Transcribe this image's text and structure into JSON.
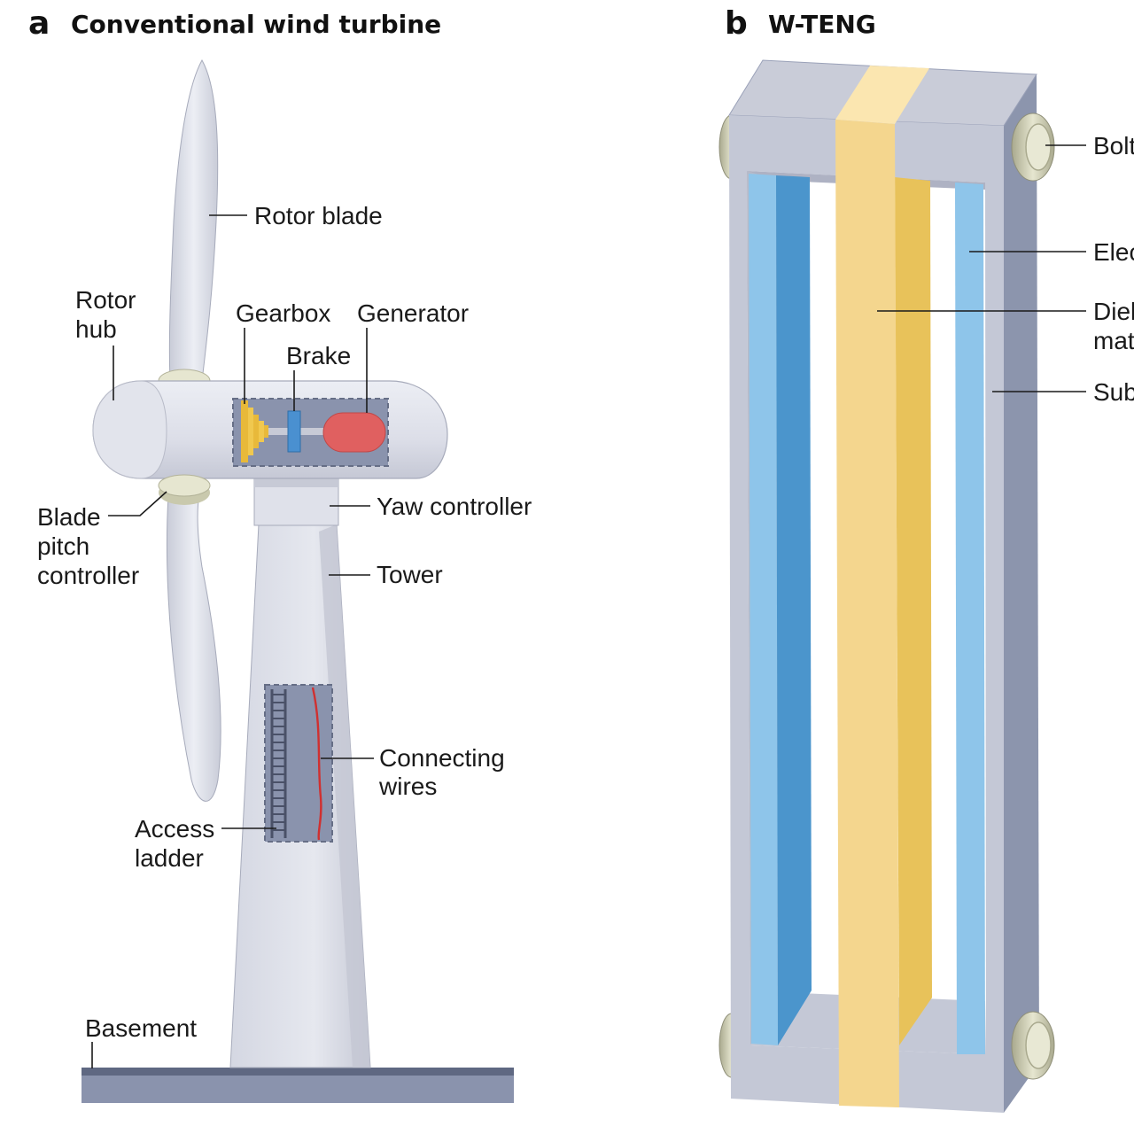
{
  "panel_a": {
    "letter": "a",
    "title": "Conventional wind turbine",
    "labels": {
      "rotor_blade": "Rotor blade",
      "rotor_hub_1": "Rotor",
      "rotor_hub_2": "hub",
      "gearbox": "Gearbox",
      "generator": "Generator",
      "brake": "Brake",
      "blade_pitch_1": "Blade",
      "blade_pitch_2": "pitch",
      "blade_pitch_3": "controller",
      "yaw_controller": "Yaw controller",
      "tower": "Tower",
      "connecting_wires_1": "Connecting",
      "connecting_wires_2": "wires",
      "access_ladder_1": "Access",
      "access_ladder_2": "ladder",
      "basement": "Basement"
    }
  },
  "panel_b": {
    "letter": "b",
    "title": "W-TENG",
    "labels": {
      "bolt": "Bolt",
      "electrode": "Elec",
      "dielectric_1": "Diel",
      "dielectric_2": "mat",
      "substrate": "Sub"
    }
  },
  "colors": {
    "turbine_body": "#dcdee8",
    "turbine_shadow": "#bfc2d0",
    "gearbox": "#e8b93a",
    "brake": "#4a90d0",
    "generator": "#e06060",
    "wire": "#d03030",
    "basement": "#8a93ad",
    "frame_light": "#c9ccd8",
    "frame_dark": "#8c95ad",
    "electrode_light": "#8ec5ea",
    "electrode_dark": "#4b95cc",
    "dielectric_light": "#f4d68e",
    "dielectric_dark": "#e8c25a",
    "bolt": "#d9d9c0"
  }
}
